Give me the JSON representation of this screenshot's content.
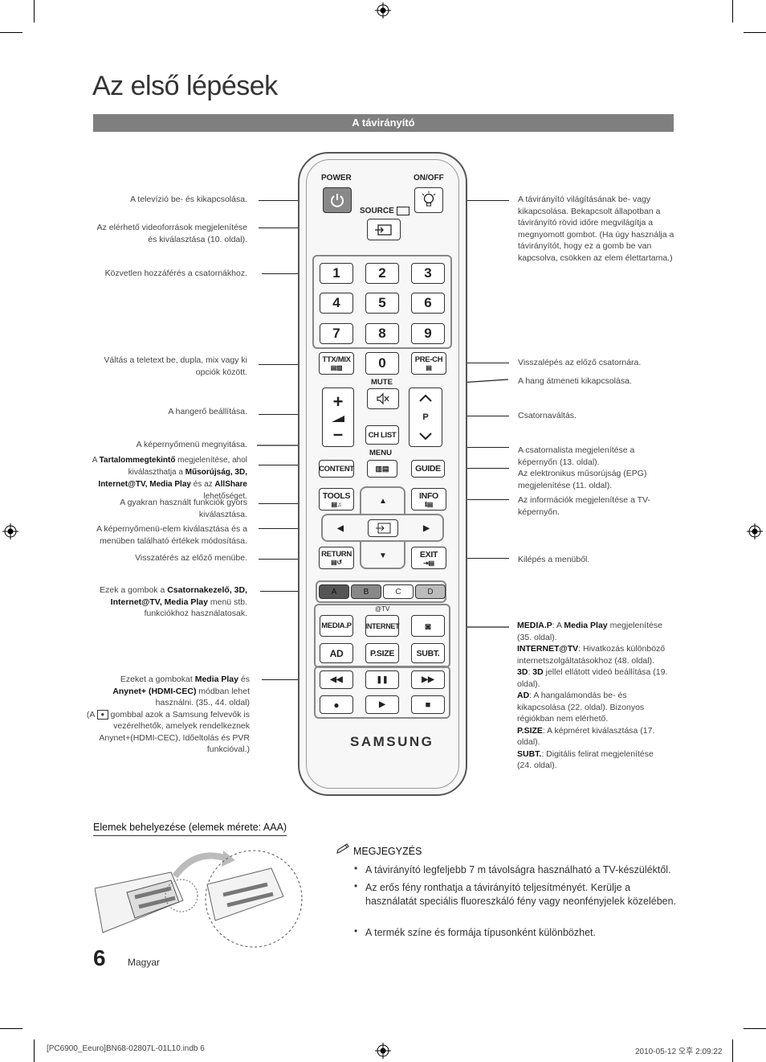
{
  "page": {
    "title": "Az első lépések",
    "section": "A távirányító"
  },
  "left_labels": [
    "A televízió be- és kikapcsolása.",
    "Az elérhető videoforrások megjelenítése és kiválasztása (10. oldal).",
    "Közvetlen hozzáférés a csatornákhoz.",
    "Váltás a teletext be, dupla, mix vagy ki opciók között.",
    "A hangerő beállítása.",
    "A képernyőmenü megnyitása.",
    "A gyakran használt funkciók gyors kiválasztása.",
    "A képernyőmenü-elem kiválasztása és a menüben található értékek módosítása.",
    "Visszatérés az előző menübe."
  ],
  "content_label": {
    "p1": "A ",
    "b1": "Tartalommegtekintő",
    "p2": " megjelenítése, ahol kiválaszthatja a ",
    "b2": "Műsorújság, 3D, Internet@TV, Media Play",
    "p3": " és az ",
    "b3": "AllShare",
    "p4": " lehetőséget."
  },
  "color_label": {
    "p1": "Ezek a gombok a ",
    "b1": "Csatornakezelő, 3D, Internet@TV, Media Play",
    "p2": " menü stb. funkciókhoz használatosak."
  },
  "media_label": {
    "p1": "Ezeket a gombokat ",
    "b1": "Media Play",
    "p2": " és ",
    "b2": "Anynet+ (HDMI-CEC)",
    "p3": " módban lehet használni. (35., 44. oldal)",
    "p4": "(A ",
    "p5": " gombbal azok a Samsung felvevők is vezérelhetők, amelyek rendelkeznek Anynet+(HDMI-CEC), Időeltolás és PVR funkcióval.)"
  },
  "right_labels": [
    "A távirányító világításának be- vagy kikapcsolása. Bekapcsolt állapotban a távirányító rövid időre megvilágítja a megnyomott gombot. (Ha úgy használja a távirányítót, hogy ez a gomb be van kapcsolva, csökken az elem élettartama.)",
    "Visszalépés az előző csatornára.",
    "A hang átmeneti kikapcsolása.",
    "Csatornaváltás.",
    "A csatornalista megjelenítése a képernyőn (13. oldal).",
    "Az elektronikus műsorújság (EPG) megjelenítése (11. oldal).",
    "Az információk megjelenítése a TV-képernyőn.",
    "Kilépés a menüből."
  ],
  "right_media": [
    {
      "b": "MEDIA.P",
      "p1": ": A ",
      "b2": "Media Play",
      "p2": " megjelenítése (35. oldal)."
    },
    {
      "b": "INTERNET@TV",
      "p1": ": Hivatkozás különböző internetszolgáltatásokhoz (48. oldal).",
      "b2": "",
      "p2": ""
    },
    {
      "b": "3D",
      "p1": ": ",
      "b2": "3D",
      "p2": " jellel ellátott videó beállítása (19. oldal)."
    },
    {
      "b": "AD",
      "p1": ": A hangalámondás be- és kikapcsolása (22. oldal). Bizonyos régiókban nem elérhető.",
      "b2": "",
      "p2": ""
    },
    {
      "b": "P.SIZE",
      "p1": ": A képméret kiválasztása (17. oldal).",
      "b2": "",
      "p2": ""
    },
    {
      "b": "SUBT.",
      "p1": ": Digitális felirat megjelenítése (24. oldal).",
      "b2": "",
      "p2": ""
    }
  ],
  "remote": {
    "power": "POWER",
    "onoff": "ON/OFF",
    "source": "SOURCE",
    "digits": [
      "1",
      "2",
      "3",
      "4",
      "5",
      "6",
      "7",
      "8",
      "9",
      "0"
    ],
    "ttx": "TTX/MIX",
    "prech": "PRE-CH",
    "mute": "MUTE",
    "p": "P",
    "chlist": "CH LIST",
    "menu": "MENU",
    "content": "CONTENT",
    "guide": "GUIDE",
    "tools": "TOOLS",
    "info": "INFO",
    "return": "RETURN",
    "exit": "EXIT",
    "colors": [
      "A",
      "B",
      "C",
      "D"
    ],
    "attv": "@TV",
    "mediap": "MEDIA.P",
    "internet": "INTERNET",
    "ad": "AD",
    "psize": "P.SIZE",
    "subt": "SUBT.",
    "brand": "SAMSUNG",
    "media_symbols": [
      "◀◀",
      "❚❚",
      "▶▶",
      "●",
      "▶",
      "■"
    ]
  },
  "battery": {
    "title": "Elemek behelyezése (elemek mérete: AAA)"
  },
  "notes": {
    "title": "MEGJEGYZÉS",
    "items": [
      "A távirányító legfeljebb 7 m távolságra használható a TV-készüléktől.",
      "Az erős fény ronthatja a távirányító teljesítményét. Kerülje a használatát speciális fluoreszkáló fény vagy neonfényjelek közelében.",
      "A termék színe és formája típusonként különbözhet."
    ]
  },
  "footer": {
    "page": "6",
    "lang": "Magyar",
    "file": "[PC6900_Eeuro]BN68-02807L-01L10.indb   6",
    "stamp": "2010-05-12   오후 2:09:22"
  },
  "colors": {
    "section_bar": "#7f7f7f",
    "power_btn": "#888888",
    "color_a": "#555555",
    "color_b": "#888888"
  }
}
